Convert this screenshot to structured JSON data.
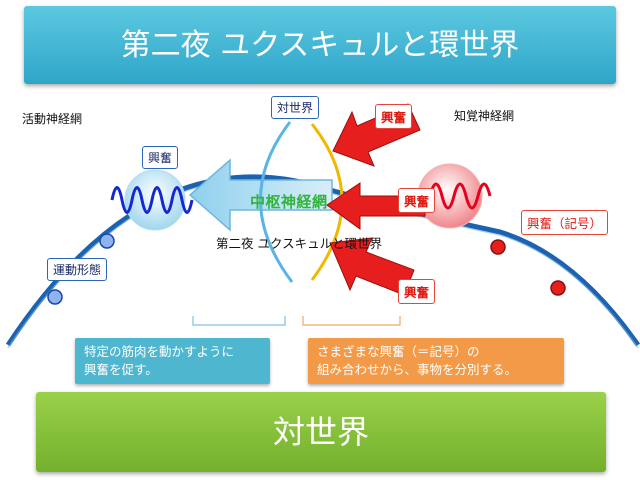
{
  "slide": {
    "title": "第二夜 ユクスキュルと環世界",
    "footer": "対世界",
    "overlay_title": "第二夜 ユクスキュルと環世界"
  },
  "labels": {
    "motor_network": "活動神経網",
    "sensory_network": "知覚神経網",
    "counter_world": "対世界",
    "excitation_left": "興奮",
    "excitation_right_top": "興奮",
    "excitation_right_mid": "興奮",
    "excitation_right_bottom": "興奮",
    "excitation_sign": "興奮（記号）",
    "motor_form": "運動形態",
    "central_nervous": "中枢神経網"
  },
  "boxes": {
    "left": {
      "line1": "特定の筋肉を動かすように",
      "line2": "興奮を促す。"
    },
    "right": {
      "line1": "さまざまな興奮（＝記号）の",
      "line2": "組み合わせから、事物を分別する。"
    }
  },
  "colors": {
    "title_bar": "#3bb3d4",
    "footer_bar": "#84c23a",
    "curve": "#1b62b0",
    "wave": "#1428d4",
    "red_arrow": "#e61e1e",
    "blue_arc": "#5ab4e6",
    "yellow_arc": "#f2b800",
    "central_label": "#30b43a"
  }
}
